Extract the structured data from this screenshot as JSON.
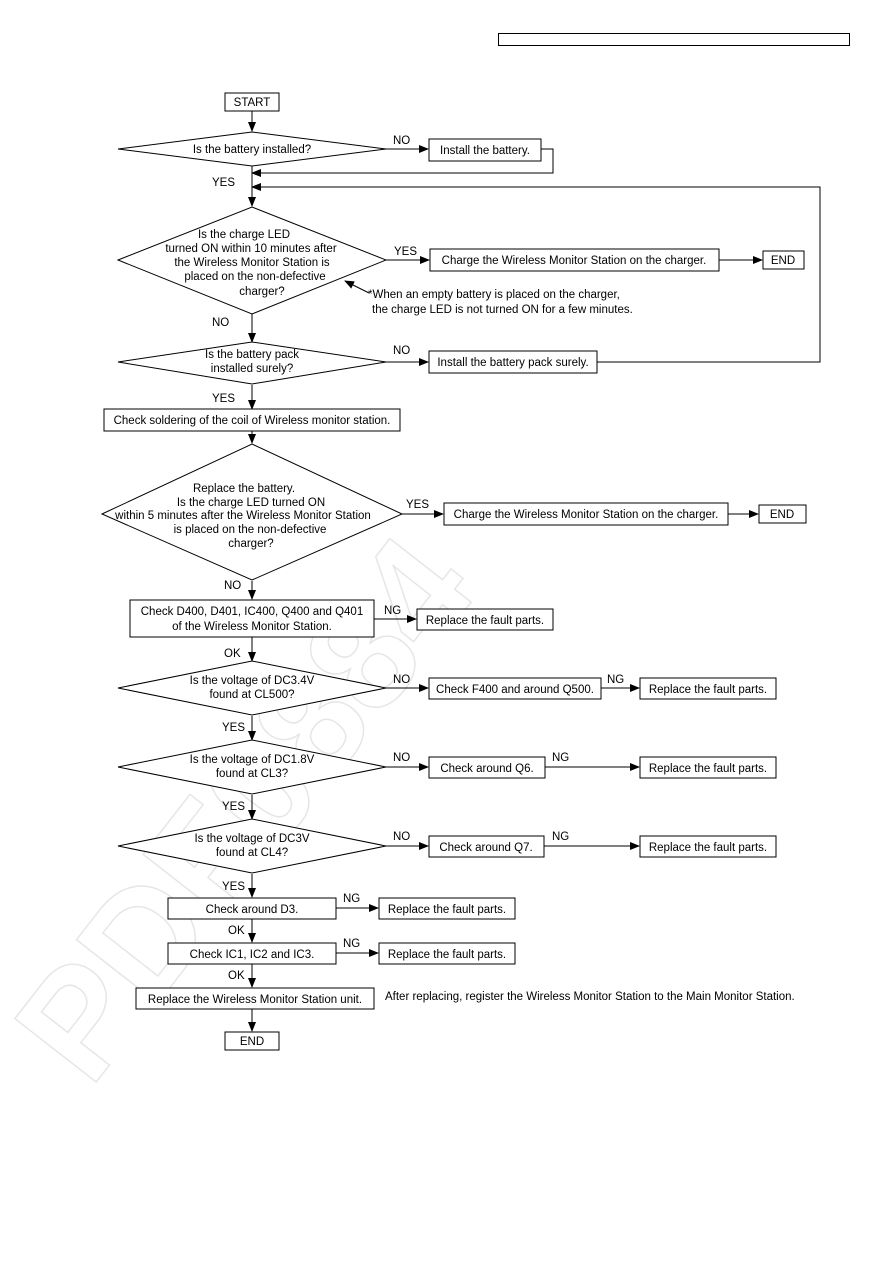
{
  "watermark": "PDF0884",
  "nodes": {
    "start": "START",
    "q_battery": "Is the battery installed?",
    "a_install_battery": "Install the battery.",
    "q_led": [
      "Is the charge LED",
      "turned ON within 10 minutes after",
      "the Wireless Monitor Station is",
      "placed on the non-defective",
      "charger?"
    ],
    "a_charge1": "Charge the Wireless Monitor Station on the charger.",
    "end1": "END",
    "note": [
      "*When an empty battery is placed on the charger,",
      "the charge LED is not turned ON for a few minutes."
    ],
    "q_pack": [
      "Is the battery pack",
      "installed surely?"
    ],
    "a_install_pack": "Install the battery pack surely.",
    "a_soldering": "Check soldering of the coil of Wireless monitor station.",
    "q_replace": [
      "Replace the battery.",
      "Is the charge LED turned ON",
      "within 5 minutes after the Wireless Monitor Station",
      "is placed on the non-defective",
      "charger?"
    ],
    "a_charge2": "Charge the Wireless Monitor Station on the charger.",
    "end2": "END",
    "a_check_d400": [
      "Check D400, D401, IC400, Q400 and Q401",
      "of the Wireless Monitor Station."
    ],
    "a_replace1": "Replace the fault parts.",
    "q_dc34": [
      "Is the voltage of DC3.4V",
      "found at CL500?"
    ],
    "a_check_f400": "Check F400 and around Q500.",
    "a_replace2": "Replace the fault parts.",
    "q_dc18": [
      "Is the voltage of DC1.8V",
      "found at CL3?"
    ],
    "a_check_q6": "Check around Q6.",
    "a_replace3": "Replace the fault parts.",
    "q_dc3": [
      "Is the voltage of DC3V",
      "found at CL4?"
    ],
    "a_check_q7": "Check around Q7.",
    "a_replace4": "Replace the fault parts.",
    "a_check_d3": "Check around D3.",
    "a_replace5": "Replace the fault parts.",
    "a_check_ic": "Check IC1, IC2 and IC3.",
    "a_replace6": "Replace the fault parts.",
    "a_replace_unit": "Replace the Wireless Monitor Station unit.",
    "after_note": "After replacing, register the Wireless Monitor Station to the Main Monitor Station.",
    "end3": "END"
  },
  "labels": {
    "no1": "NO",
    "yes1": "YES",
    "yes2": "YES",
    "no2": "NO",
    "no3": "NO",
    "yes3": "YES",
    "yes4": "YES",
    "no4": "NO",
    "ng1": "NG",
    "ok1": "OK",
    "no5": "NO",
    "ng2": "NG",
    "yes5": "YES",
    "no6": "NO",
    "ng3": "NG",
    "yes6": "YES",
    "no7": "NO",
    "ng4": "NG",
    "yes7": "YES",
    "ng5": "NG",
    "ok2": "OK",
    "ng6": "NG",
    "ok3": "OK"
  }
}
